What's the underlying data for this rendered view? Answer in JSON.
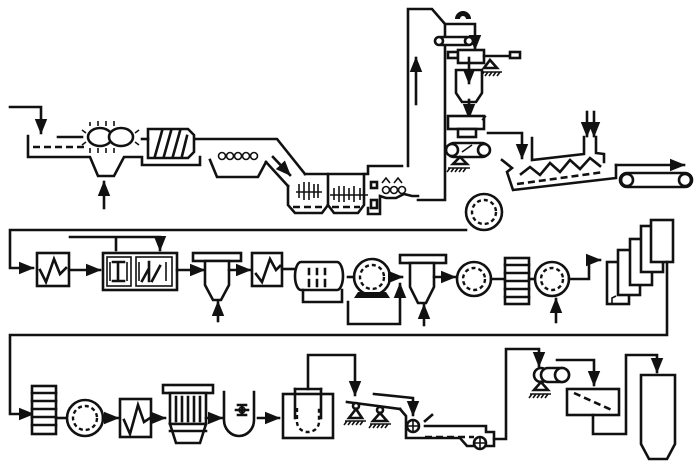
{
  "diagram": {
    "type": "process-flow-schematic",
    "colors": {
      "ink": "#111111",
      "background": "#ffffff"
    },
    "text_labels": [],
    "rows": [
      {
        "row": 1,
        "units": [
          "feed-inlet",
          "washing-tank-with-drum-screen",
          "screw-conveyor",
          "roller-bed",
          "inclined-chute",
          "stirred-tank-1",
          "stirred-tank-2",
          "roller-discharge",
          "bucket-elevator",
          "belt-conveyor-top",
          "weighing-scale",
          "hopper",
          "press",
          "belt-conveyor-support",
          "screw-mixer-trough",
          "outlet-belt-conveyor",
          "drum-pump"
        ]
      },
      {
        "row": 2,
        "units": [
          "heat-exchanger-1",
          "twin-stirred-reactor",
          "settling-tank-1",
          "heat-exchanger-2",
          "rotary-drum-filter",
          "pump-1",
          "settling-tank-2",
          "pump-2",
          "plate-filter-1",
          "pump-3",
          "cascade-evaporator"
        ]
      },
      {
        "row": 3,
        "units": [
          "plate-filter-2",
          "pump-4",
          "heat-exchanger-3",
          "cooling-column",
          "stirred-vessel",
          "jacketed-tank",
          "vibrating-screen-1",
          "vibrating-screen-2",
          "conveyor-trough",
          "belt-conveyor-bottom",
          "inclined-screen-box",
          "storage-silo"
        ]
      }
    ]
  }
}
